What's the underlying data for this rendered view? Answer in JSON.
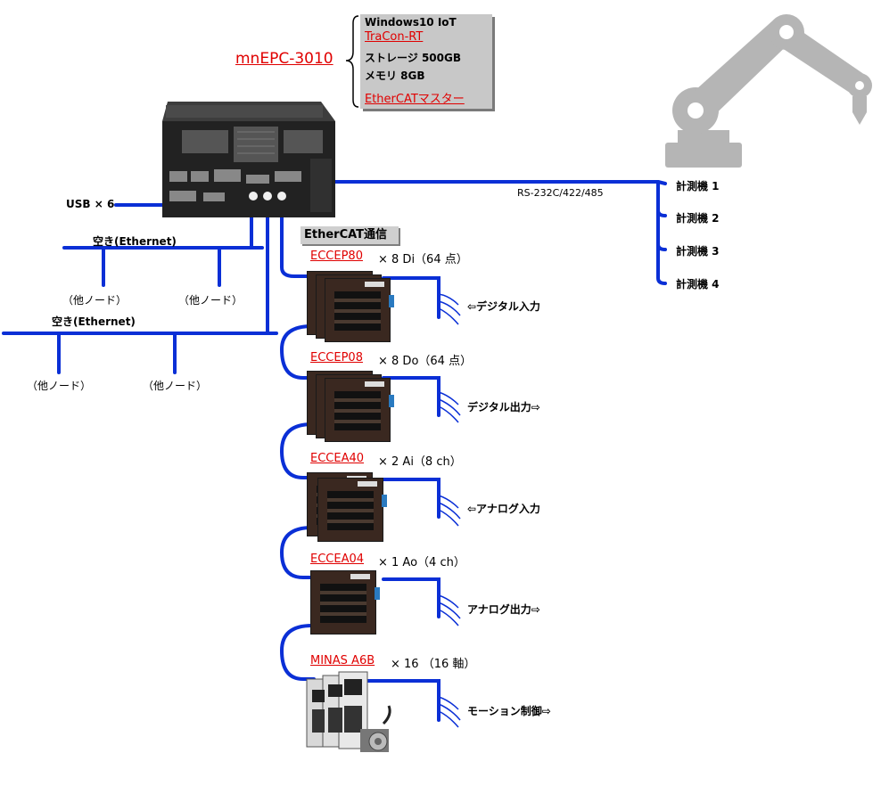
{
  "controller": {
    "model_link": "mnEPC-3010",
    "spec": {
      "os": "Windows10 IoT",
      "rt_link": "TraCon-RT",
      "storage": "ストレージ 500GB",
      "memory": "メモリ 8GB",
      "master_link": "EtherCATマスター"
    }
  },
  "usb_label": "USB × 6",
  "ethernet": [
    {
      "label": "空き(Ethernet)",
      "nodes": [
        "（他ノード）",
        "（他ノード）"
      ]
    },
    {
      "label": "空き(Ethernet)",
      "nodes": [
        "（他ノード）",
        "（他ノード）"
      ]
    }
  ],
  "serial": {
    "label": "RS-232C/422/485",
    "instruments": [
      "計測機 1",
      "計測機 2",
      "計測機 3",
      "計測機 4"
    ]
  },
  "ethercat_tag": "EtherCAT通信",
  "modules": [
    {
      "link": "ECCEP80",
      "desc": "× 8 Di（64 点）",
      "io": "⇦デジタル入力"
    },
    {
      "link": "ECCEP08",
      "desc": "× 8 Do（64 点）",
      "io": "デジタル出力⇨"
    },
    {
      "link": "ECCEA40",
      "desc": "× 2 Ai（8 ch）",
      "io": "⇦アナログ入力"
    },
    {
      "link": "ECCEA04",
      "desc": "× 1 Ao（4 ch）",
      "io": "アナログ出力⇨"
    },
    {
      "link": "MINAS A6B",
      "desc": "× 16 （16 軸）",
      "io": "モーション制御⇨"
    }
  ],
  "colors": {
    "wire": "#0a2fd6",
    "link": "#e00000",
    "box": "#c8c8c8",
    "robot": "#b5b5b5"
  }
}
